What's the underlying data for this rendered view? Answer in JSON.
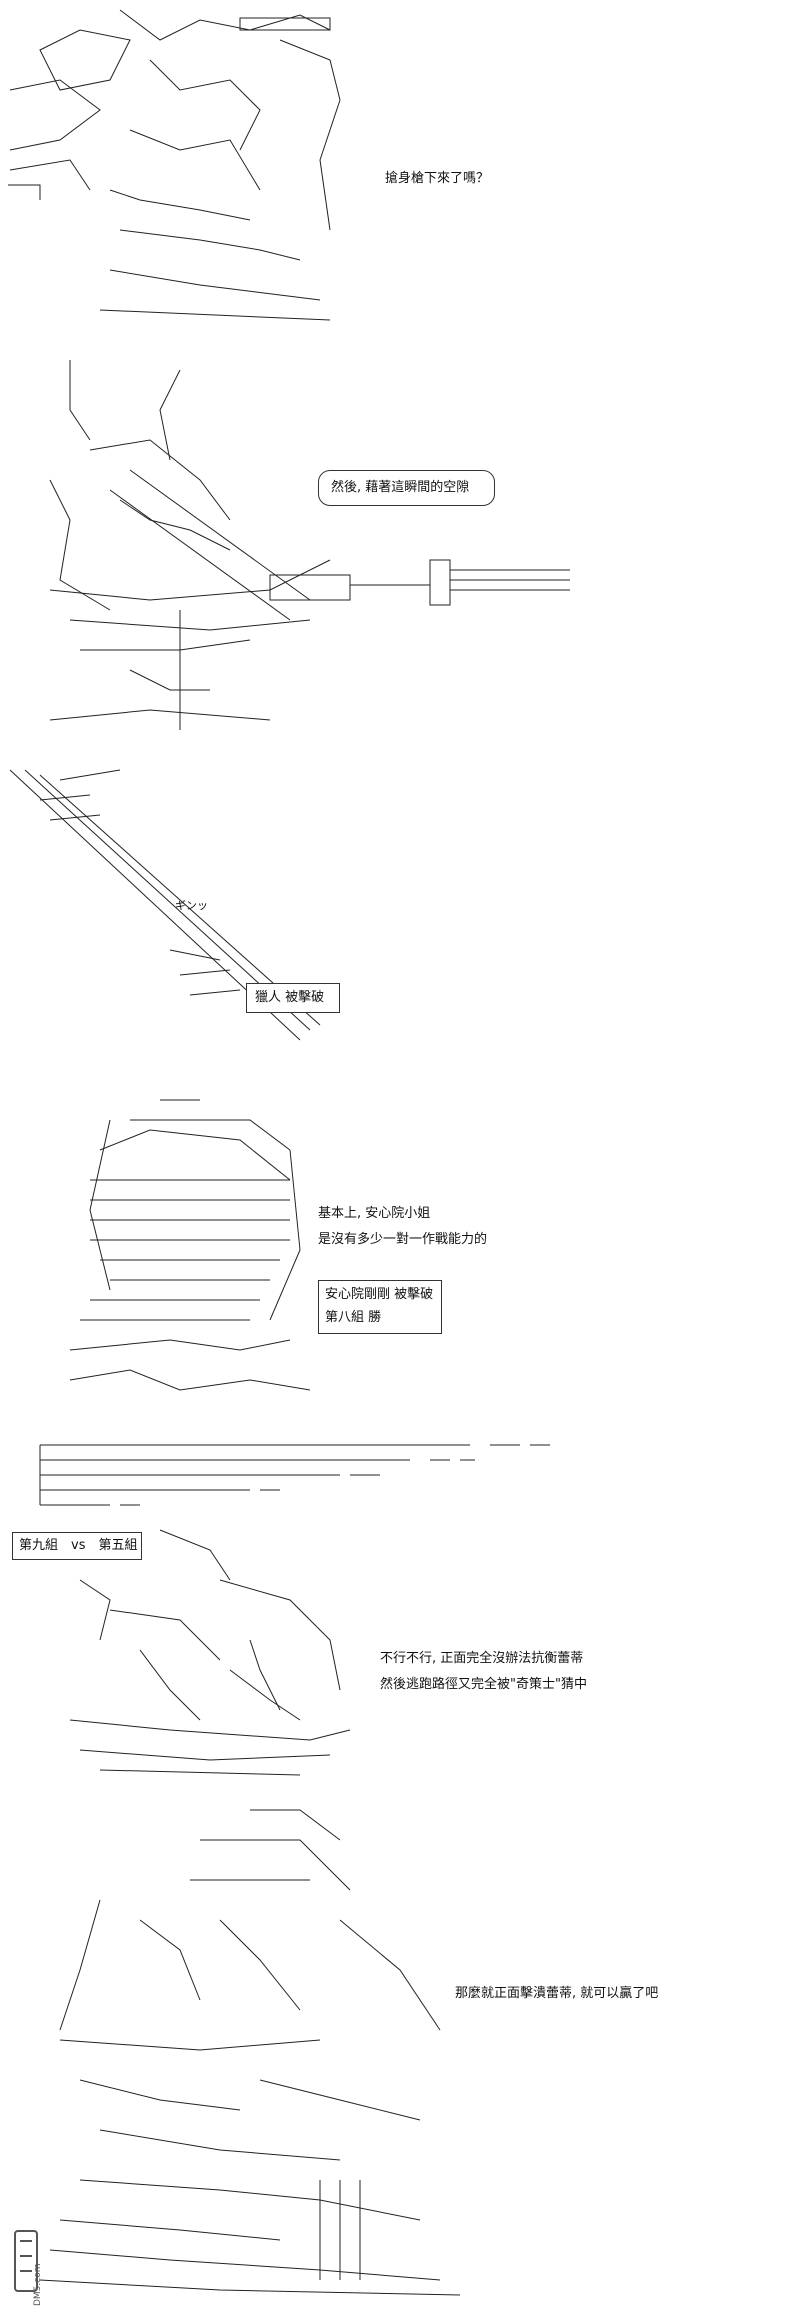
{
  "panel1": {
    "caption": "搶身槍下來了嗎？"
  },
  "panel2": {
    "bubble": "然後, 藉著這瞬間的空隙"
  },
  "panel3": {
    "sfx": "ギンッ",
    "result": "獵人 被擊破"
  },
  "panel4": {
    "line1": "基本上, 安心院小姐",
    "line2": "是沒有多少一對一作戰能力的",
    "result_line1": "安心院剛剛 被擊破",
    "result_line2": "第八組 勝"
  },
  "panel5": {
    "match_label": "第九組　vs　第五組",
    "line1": "不行不行, 正面完全沒辦法抗衡蕾蒂",
    "line2": "然後逃跑路徑又完全被\"奇策士\"猜中"
  },
  "panel6": {
    "line1": "那麼就正面擊潰蕾蒂, 就可以贏了吧"
  },
  "watermark": {
    "text": "DM5.com"
  }
}
